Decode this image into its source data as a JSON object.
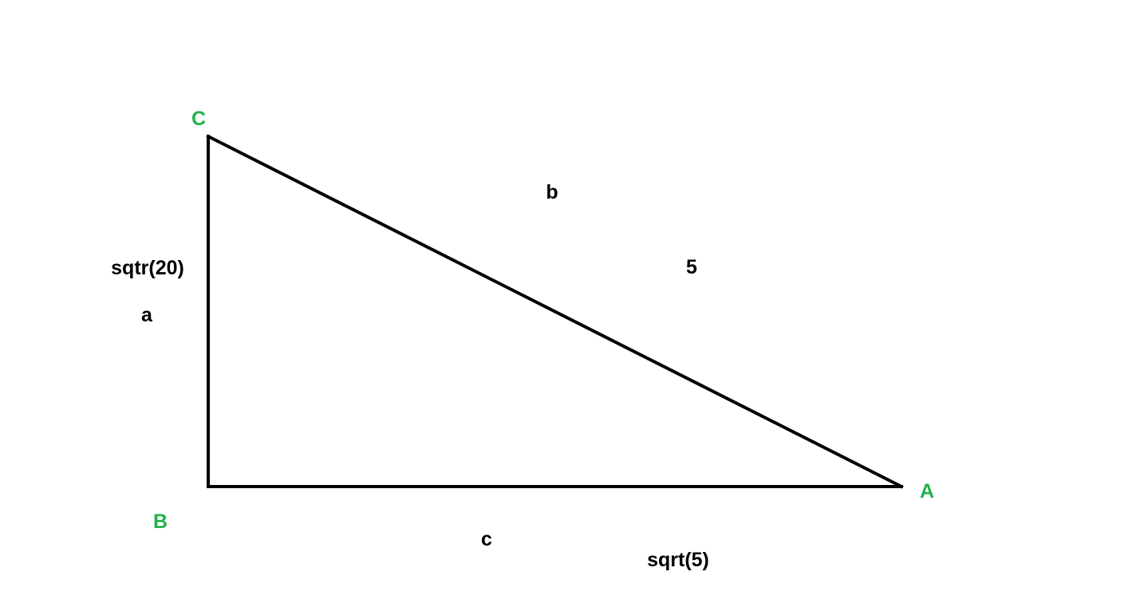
{
  "colors": {
    "vertex_label": "#22b14c",
    "side_label": "#000000",
    "edge": "#000000",
    "background": "#ffffff"
  },
  "vertices": {
    "A": "A",
    "B": "B",
    "C": "C"
  },
  "sides": {
    "a": {
      "name": "a",
      "length": "sqtr(20)"
    },
    "b": {
      "name": "b",
      "length": "5"
    },
    "c": {
      "name": "c",
      "length": "sqrt(5)"
    }
  }
}
